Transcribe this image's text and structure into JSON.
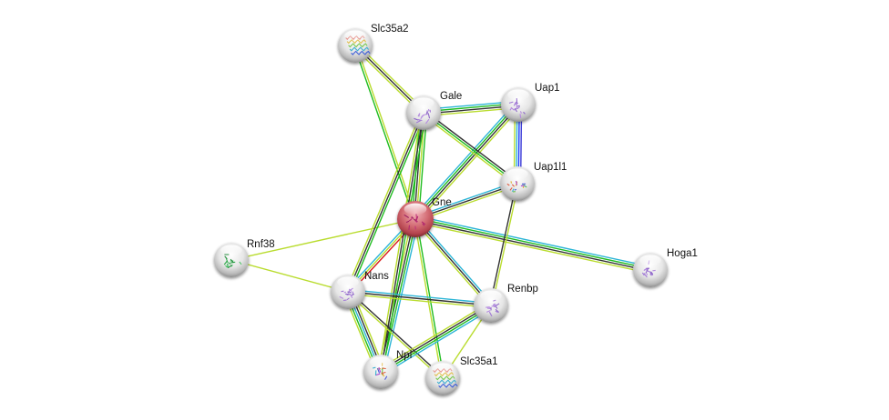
{
  "network": {
    "query_protein": "Gne",
    "channel_colors": {
      "experiments": "#d81b1b",
      "databases": "#2cb5d6",
      "textmining": "#b9dc2e",
      "coexpression": "#333333",
      "neighborhood": "#1fbc1f",
      "homology": "#3a3ad8",
      "cooccurrence": "#1f3fff"
    },
    "nodes": [
      {
        "id": "Gne",
        "label": "Gne",
        "query": true,
        "art": "pink"
      },
      {
        "id": "Slc35a2",
        "label": "Slc35a2",
        "art": "helix"
      },
      {
        "id": "Gale",
        "label": "Gale",
        "art": "purple"
      },
      {
        "id": "Uap1",
        "label": "Uap1",
        "art": "purple"
      },
      {
        "id": "Uap1l1",
        "label": "Uap1l1",
        "art": "rainbow"
      },
      {
        "id": "Rnf38",
        "label": "Rnf38",
        "art": "green"
      },
      {
        "id": "Nans",
        "label": "Nans",
        "art": "purple"
      },
      {
        "id": "Hoga1",
        "label": "Hoga1",
        "art": "purple"
      },
      {
        "id": "Renbp",
        "label": "Renbp",
        "art": "purple"
      },
      {
        "id": "Npl",
        "label": "Npl",
        "art": "rainbow"
      },
      {
        "id": "Slc35a1",
        "label": "Slc35a1",
        "art": "helix"
      }
    ],
    "edges": [
      {
        "a": "Gne",
        "b": "Slc35a2",
        "ch": [
          "neighborhood",
          "textmining"
        ]
      },
      {
        "a": "Gne",
        "b": "Gale",
        "ch": [
          "neighborhood",
          "coexpression",
          "textmining",
          "neighborhood"
        ]
      },
      {
        "a": "Gne",
        "b": "Uap1",
        "ch": [
          "databases",
          "neighborhood",
          "coexpression",
          "textmining"
        ]
      },
      {
        "a": "Gne",
        "b": "Uap1l1",
        "ch": [
          "databases",
          "coexpression",
          "textmining"
        ]
      },
      {
        "a": "Gne",
        "b": "Rnf38",
        "ch": [
          "textmining"
        ]
      },
      {
        "a": "Gne",
        "b": "Nans",
        "ch": [
          "experiments",
          "textmining",
          "databases"
        ]
      },
      {
        "a": "Gne",
        "b": "Hoga1",
        "ch": [
          "databases",
          "neighborhood",
          "coexpression",
          "textmining"
        ]
      },
      {
        "a": "Gne",
        "b": "Renbp",
        "ch": [
          "databases",
          "coexpression",
          "textmining"
        ]
      },
      {
        "a": "Gne",
        "b": "Npl",
        "ch": [
          "databases",
          "neighborhood",
          "coexpression",
          "textmining"
        ]
      },
      {
        "a": "Gne",
        "b": "Slc35a1",
        "ch": [
          "neighborhood",
          "textmining"
        ]
      },
      {
        "a": "Slc35a2",
        "b": "Gale",
        "ch": [
          "textmining",
          "coexpression",
          "textmining"
        ]
      },
      {
        "a": "Gale",
        "b": "Uap1",
        "ch": [
          "databases",
          "neighborhood",
          "coexpression",
          "textmining"
        ]
      },
      {
        "a": "Gale",
        "b": "Uap1l1",
        "ch": [
          "coexpression",
          "neighborhood",
          "textmining"
        ]
      },
      {
        "a": "Gale",
        "b": "Nans",
        "ch": [
          "neighborhood",
          "coexpression",
          "textmining"
        ]
      },
      {
        "a": "Gale",
        "b": "Npl",
        "ch": [
          "neighborhood",
          "coexpression",
          "textmining"
        ]
      },
      {
        "a": "Uap1",
        "b": "Uap1l1",
        "ch": [
          "homology",
          "cooccurrence",
          "databases",
          "textmining"
        ]
      },
      {
        "a": "Uap1l1",
        "b": "Renbp",
        "ch": [
          "textmining",
          "coexpression"
        ]
      },
      {
        "a": "Rnf38",
        "b": "Nans",
        "ch": [
          "textmining"
        ]
      },
      {
        "a": "Nans",
        "b": "Renbp",
        "ch": [
          "databases",
          "coexpression",
          "textmining"
        ]
      },
      {
        "a": "Nans",
        "b": "Npl",
        "ch": [
          "textmining",
          "coexpression",
          "databases",
          "neighborhood",
          "textmining"
        ]
      },
      {
        "a": "Nans",
        "b": "Slc35a1",
        "ch": [
          "coexpression",
          "textmining"
        ]
      },
      {
        "a": "Renbp",
        "b": "Npl",
        "ch": [
          "databases",
          "neighborhood",
          "coexpression",
          "textmining"
        ]
      },
      {
        "a": "Renbp",
        "b": "Slc35a1",
        "ch": [
          "textmining"
        ]
      }
    ]
  }
}
